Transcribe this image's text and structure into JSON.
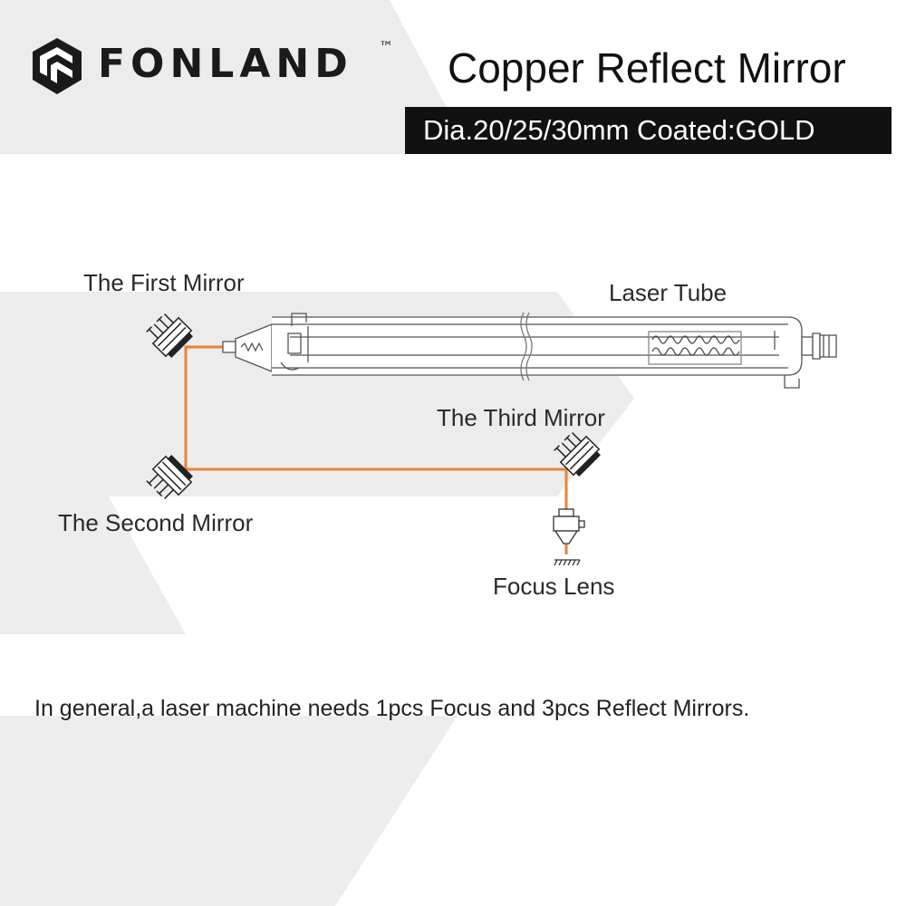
{
  "brand": {
    "name": "FONLAND",
    "trademark": "™"
  },
  "title": "Copper Reflect Mirror",
  "subtitle": "Dia.20/25/30mm Coated:GOLD",
  "diagram": {
    "labels": {
      "first_mirror": "The First Mirror",
      "laser_tube": "Laser Tube",
      "third_mirror": "The Third Mirror",
      "second_mirror": "The Second Mirror",
      "focus_lens": "Focus Lens"
    }
  },
  "note": "In general,a laser machine needs 1pcs Focus and 3pcs Reflect Mirrors.",
  "colors": {
    "beam": "#e8823a",
    "band": "#ececec",
    "ink": "#111111"
  }
}
